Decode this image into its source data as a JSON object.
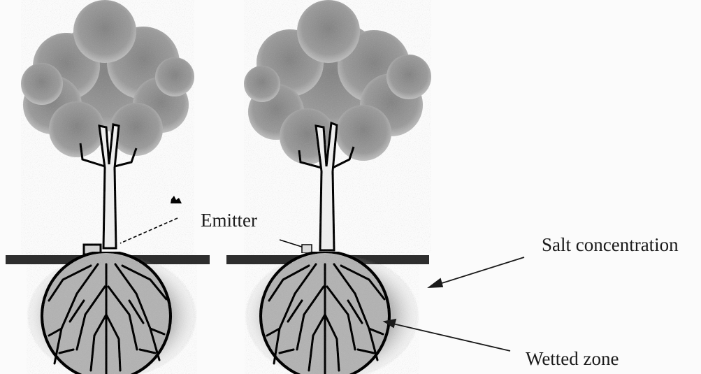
{
  "labels": {
    "emitter": "Emitter",
    "salt_concentration": "Salt concentration",
    "wetted_zone": "Wetted zone"
  },
  "colors": {
    "foliage": "#9c9c9c",
    "trunk": "#2a2a2a",
    "ground": "#2e2e2e",
    "wetted_halo": "#a9a9a9",
    "roots": "#1e1e1e",
    "background": "#fbfbfb"
  },
  "trees": [
    {
      "name": "left-tree"
    },
    {
      "name": "right-tree"
    }
  ]
}
